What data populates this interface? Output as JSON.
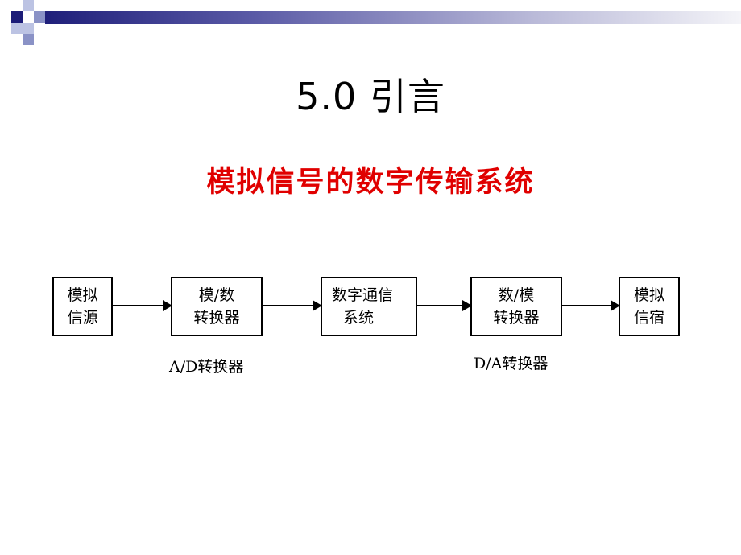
{
  "slide": {
    "title": "5.0  引言",
    "subtitle": "模拟信号的数字传输系统",
    "colors": {
      "subtitle": "#e00000",
      "header_bar": "#1f1f7a"
    }
  },
  "diagram": {
    "blocks": [
      {
        "id": "analog-source",
        "lines": [
          "模拟",
          "信源"
        ]
      },
      {
        "id": "ad-converter",
        "lines": [
          "模/数",
          "转换器"
        ]
      },
      {
        "id": "digital-comm",
        "lines": [
          "数字通信",
          "系统"
        ]
      },
      {
        "id": "da-converter",
        "lines": [
          "数/模",
          "转换器"
        ]
      },
      {
        "id": "analog-sink",
        "lines": [
          "模拟",
          "信宿"
        ]
      }
    ],
    "captions": {
      "ad": "A/D转换器",
      "da": "D/A转换器"
    }
  }
}
